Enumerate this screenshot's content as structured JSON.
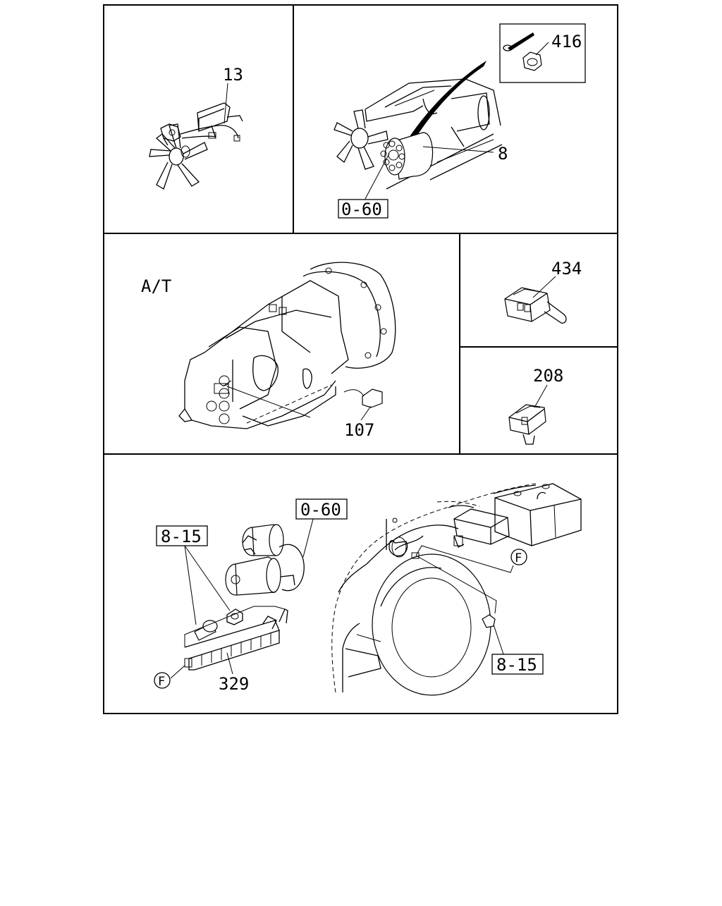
{
  "labels": {
    "p13": "13",
    "p416": "416",
    "p8": "8",
    "ref060_top": "0-60",
    "at": "A/T",
    "p434": "434",
    "p107": "107",
    "p208": "208",
    "ref060_bottom": "0-60",
    "ref815_left": "8-15",
    "circle_f_left": "F",
    "p329": "329",
    "circle_f_right": "F",
    "ref815_right": "8-15"
  }
}
